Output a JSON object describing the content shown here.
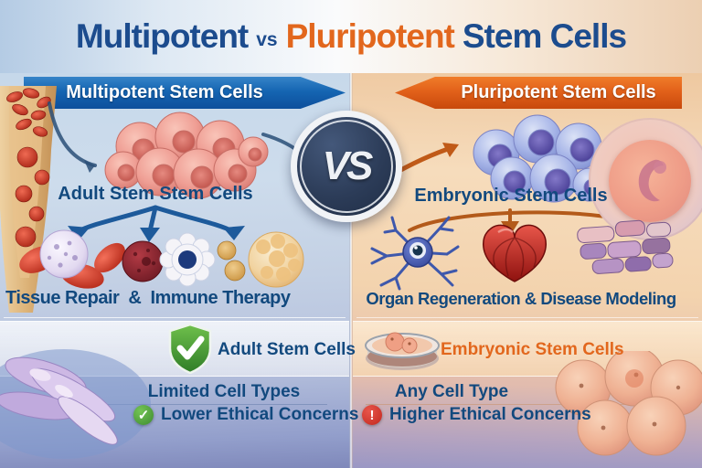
{
  "title": {
    "multipotent": "Multipotent",
    "vs": "vs",
    "pluripotent": "Pluripotent",
    "stem_cells": "Stem Cells"
  },
  "vs_badge": "VS",
  "icons": {
    "check": "✓",
    "warning": "!"
  },
  "left": {
    "banner": "Multipotent Stem Cells",
    "source": "Adult Stem Stem Cells",
    "uses": "Tissue Repair  &  Immune Therapy",
    "badge": "Adult Stem Cells",
    "cell_types": "Limited Cell Types",
    "ethics": "Lower Ethical Concerns"
  },
  "right": {
    "banner": "Pluripotent Stem Cells",
    "source": "Embryonic Stem Cells",
    "uses": "Organ Regeneration & Disease Modeling",
    "badge": "Embryonic Stem Cells",
    "cell_types": "Any Cell Type",
    "ethics": "Higher Ethical Concerns"
  },
  "colors": {
    "title_blue": "#1c4c8e",
    "title_orange": "#e2671d",
    "banner_blue": "#0f5caa",
    "banner_orange": "#d85510",
    "text_blue": "#12497e",
    "positive_green": "#3d8b2f",
    "warning_red": "#c1271e",
    "vs_navy": "#2c3c58"
  }
}
